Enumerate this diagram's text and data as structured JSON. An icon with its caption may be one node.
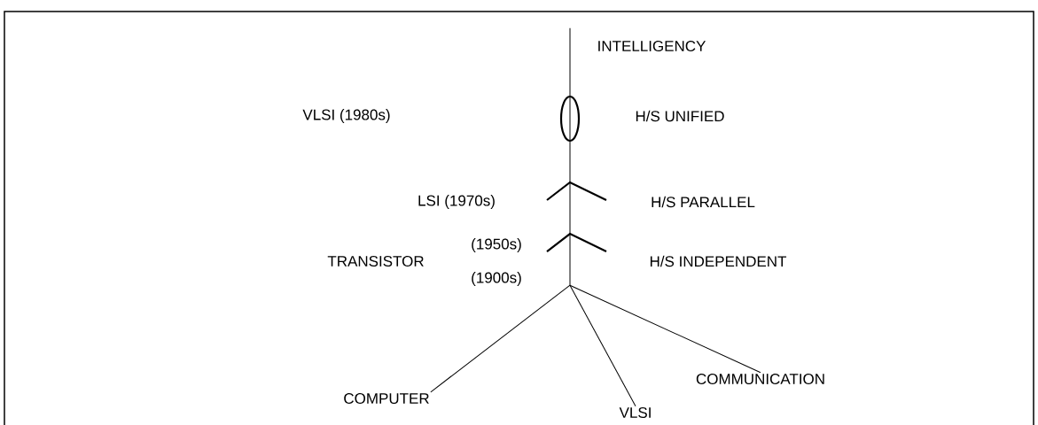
{
  "diagram": {
    "nodes": [
      {
        "text": [
          "COMPUTER"
        ]
      },
      {
        "text": [
          "VLSI"
        ]
      },
      {
        "text": [
          "COMMUNICATION"
        ]
      },
      {
        "text": [],
        "shape": "line"
      }
    ],
    "edges": [
      {
        "from": 0,
        "to": 3,
        "arrow": "none"
      },
      {
        "from": 1,
        "to": 3,
        "arrow": "none"
      },
      {
        "from": 2,
        "to": 3,
        "arrow": "none"
      }
    ],
    "labels": [
      "INTELLIGENCY",
      "VLSI (1980s)",
      "H/S UNIFIED",
      "LSI (1970s)",
      "H/S PARALLEL",
      "(1950s)",
      "TRANSISTOR",
      "H/S INDEPENDENT",
      "(1900s)"
    ]
  }
}
